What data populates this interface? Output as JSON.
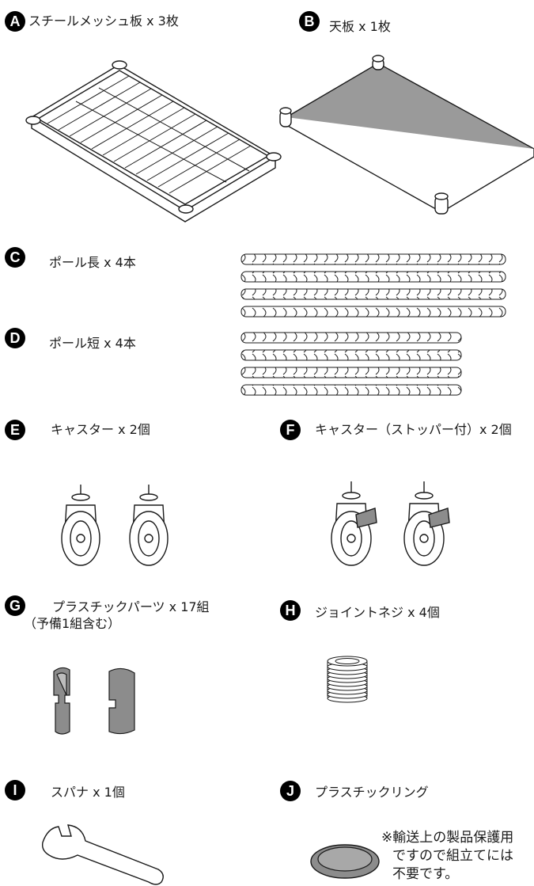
{
  "parts": [
    {
      "letter": "A",
      "label": "スチールメッシュ板 x 3枚",
      "icon": "steel-mesh-shelf"
    },
    {
      "letter": "B",
      "label": "天板 x 1枚",
      "icon": "top-board"
    },
    {
      "letter": "C",
      "label": "ポール長 x 4本",
      "icon": "long-pole"
    },
    {
      "letter": "D",
      "label": "ポール短 x 4本",
      "icon": "short-pole"
    },
    {
      "letter": "E",
      "label": "キャスター x 2個",
      "icon": "caster"
    },
    {
      "letter": "F",
      "label": "キャスター（ストッパー付）x 2個",
      "icon": "caster-with-stopper"
    },
    {
      "letter": "G",
      "label": "プラスチックパーツ x 17組",
      "label2": "（予備1組含む）",
      "icon": "plastic-sleeve"
    },
    {
      "letter": "H",
      "label": "ジョイントネジ x 4個",
      "icon": "joint-screw"
    },
    {
      "letter": "I",
      "label": "スパナ x 1個",
      "icon": "spanner"
    },
    {
      "letter": "J",
      "label": "プラスチックリング",
      "icon": "plastic-ring"
    }
  ],
  "note": {
    "line1": "※輸送上の製品保護用",
    "line2": "ですので組立てには",
    "line3": "不要です。"
  },
  "colors": {
    "board": "#9a9a9a",
    "ink": "#1a1a1a",
    "sleeve": "#8c8c8c"
  }
}
